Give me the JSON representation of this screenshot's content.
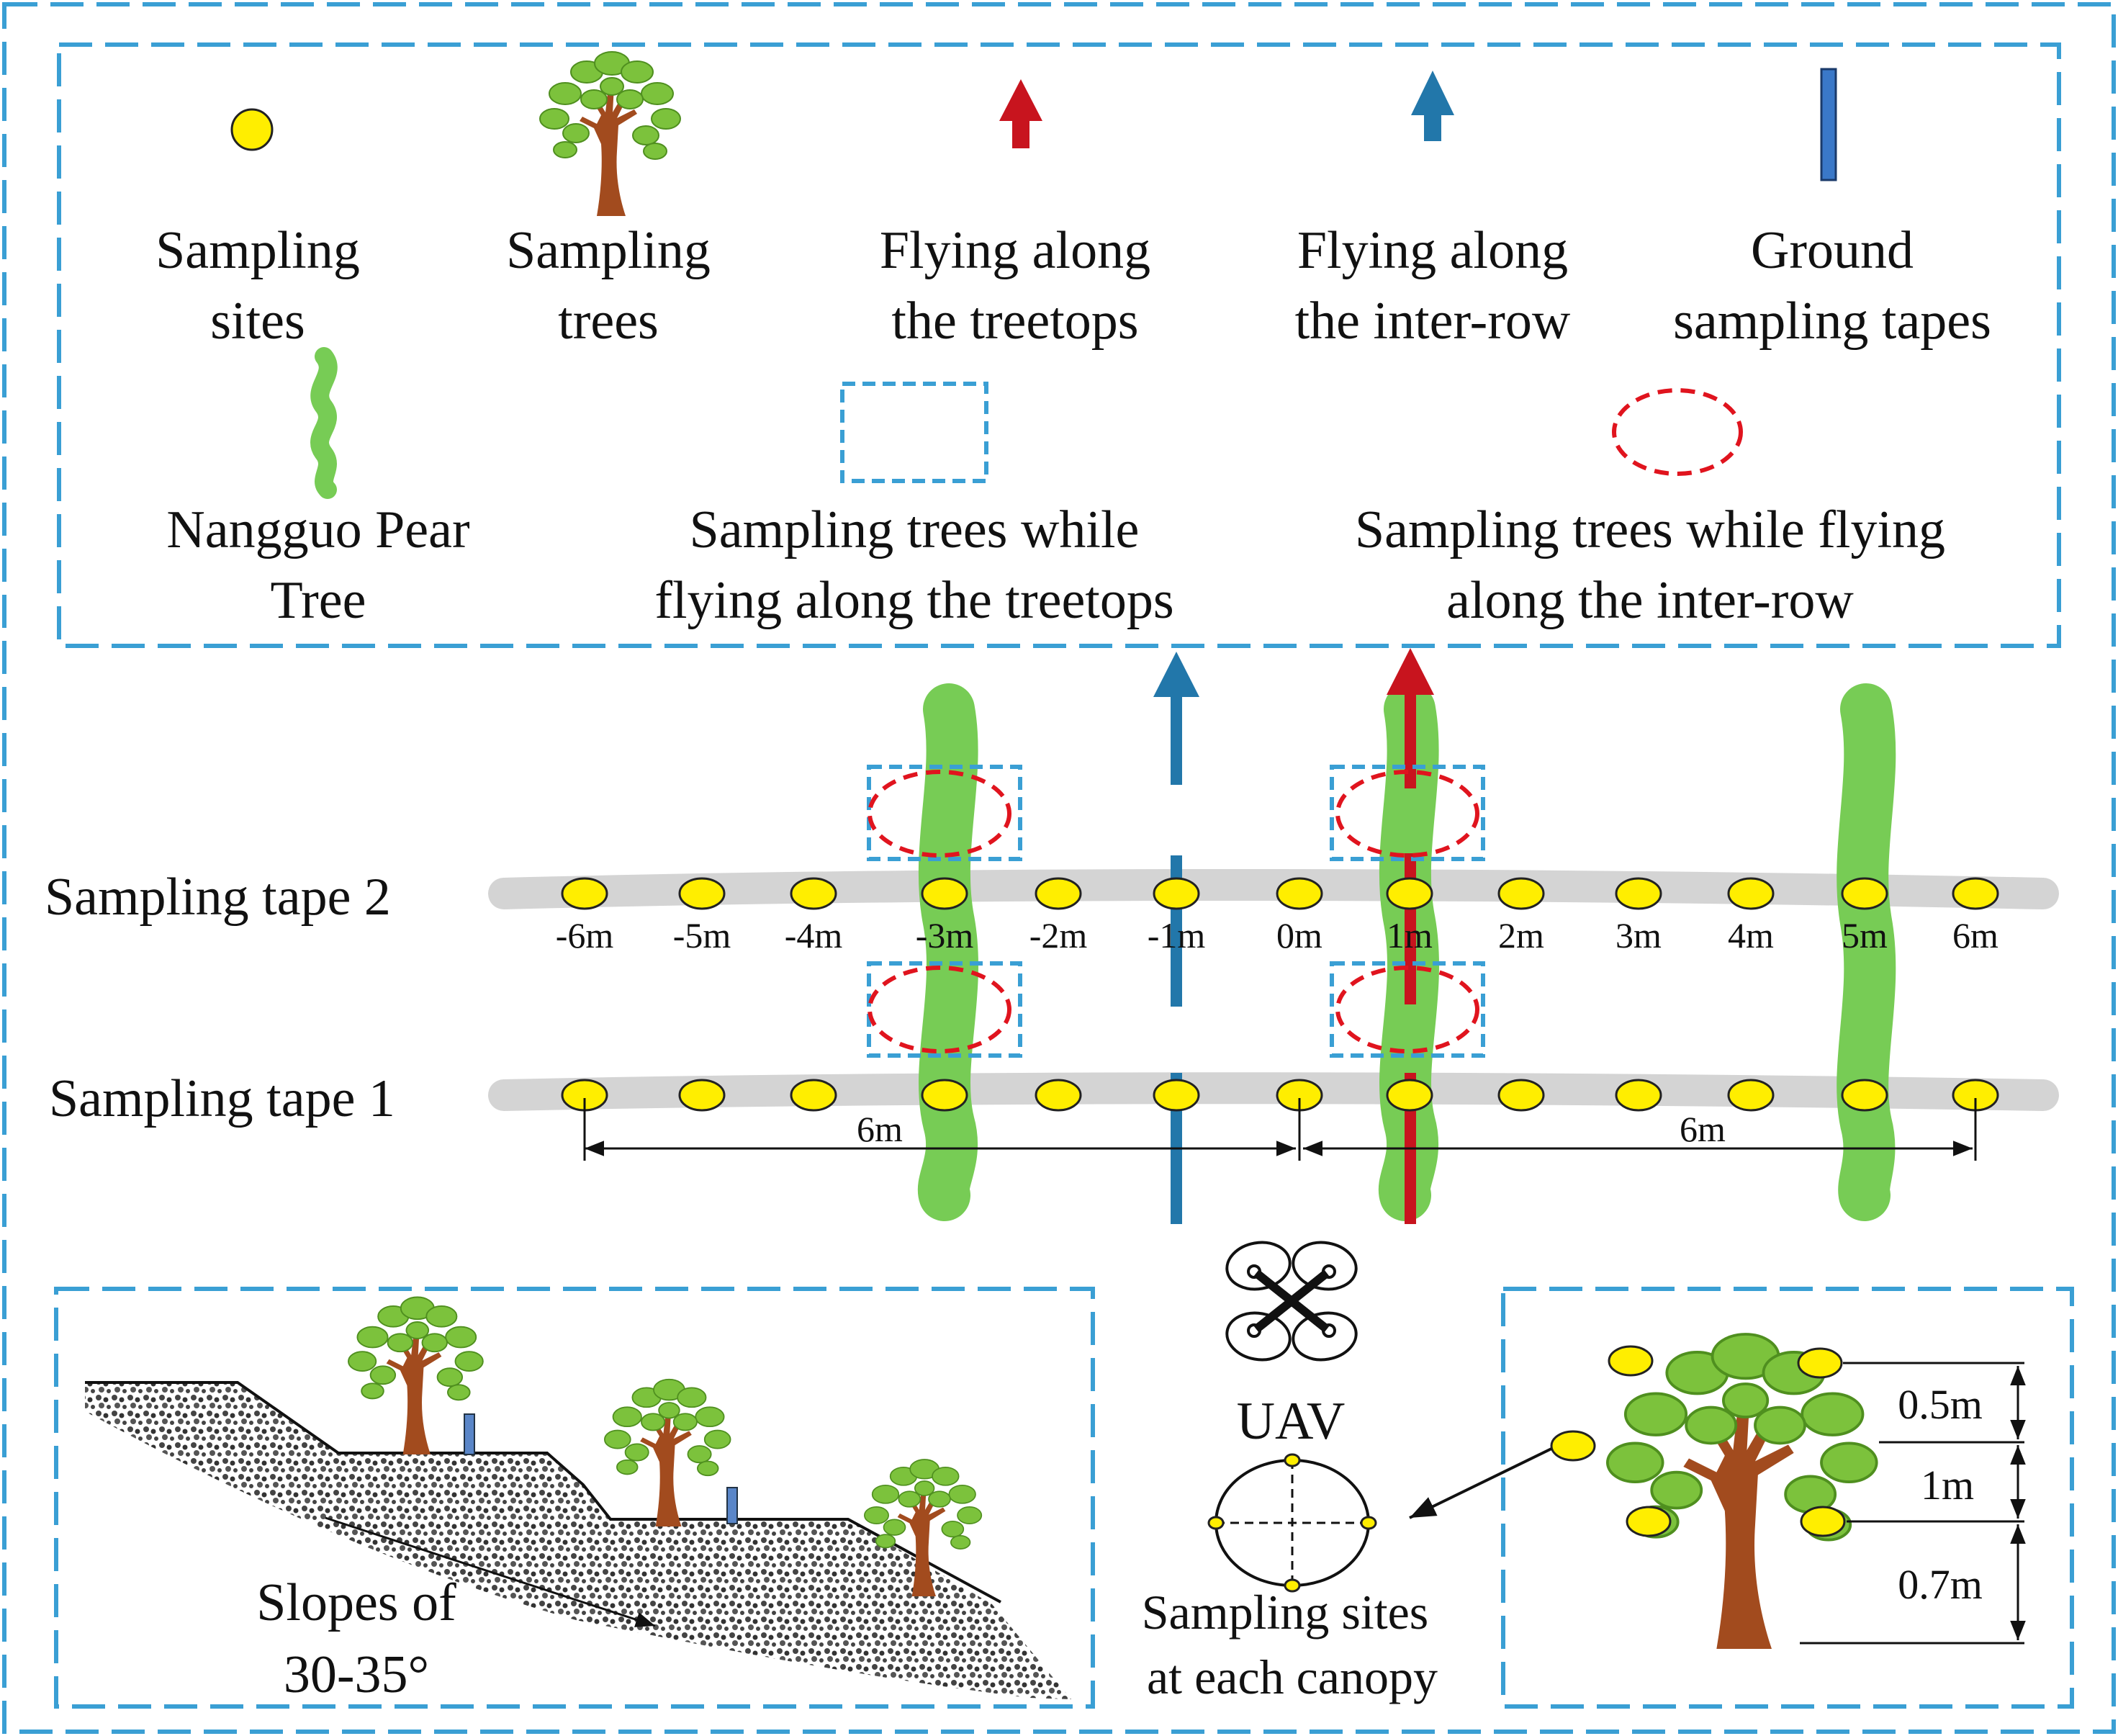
{
  "colors": {
    "frame": "#3a9fd4",
    "site_fill": "#ffee00",
    "tree_green": "#77cc55",
    "treetop_arrow": "#c8141e",
    "interrow_arrow": "#2277aa",
    "tape_band": "#d4d4d4",
    "gravel": "#444444"
  },
  "legend": {
    "sampling_sites": [
      "Sampling",
      "sites"
    ],
    "sampling_trees": [
      "Sampling",
      "trees"
    ],
    "flying_treetops": [
      "Flying along",
      "the treetops"
    ],
    "flying_interrow": [
      "Flying along",
      "the inter-row"
    ],
    "ground_tapes": [
      "Ground",
      "sampling tapes"
    ],
    "pear_tree": [
      "Nangguo   Pear",
      "Tree"
    ],
    "box_treetops": [
      "Sampling trees while",
      "flying along the treetops"
    ],
    "ellipse_interrow": [
      "Sampling trees while flying",
      "along the inter-row"
    ]
  },
  "tapes": {
    "tape2_label": "Sampling tape 2",
    "tape1_label": "Sampling tape 1",
    "positions": [
      "-6m",
      "-5m",
      "-4m",
      "-3m",
      "-2m",
      "-1m",
      "0m",
      "1m",
      "2m",
      "3m",
      "4m",
      "5m",
      "6m"
    ],
    "span_left": "6m",
    "span_right": "6m"
  },
  "slope": {
    "label": [
      "Slopes of",
      "30-35°"
    ]
  },
  "uav": {
    "label": "UAV",
    "canopy_label": [
      "Sampling sites",
      "at each canopy"
    ]
  },
  "heights": {
    "top": "0.5m",
    "middle": "1m",
    "bottom": "0.7m"
  }
}
